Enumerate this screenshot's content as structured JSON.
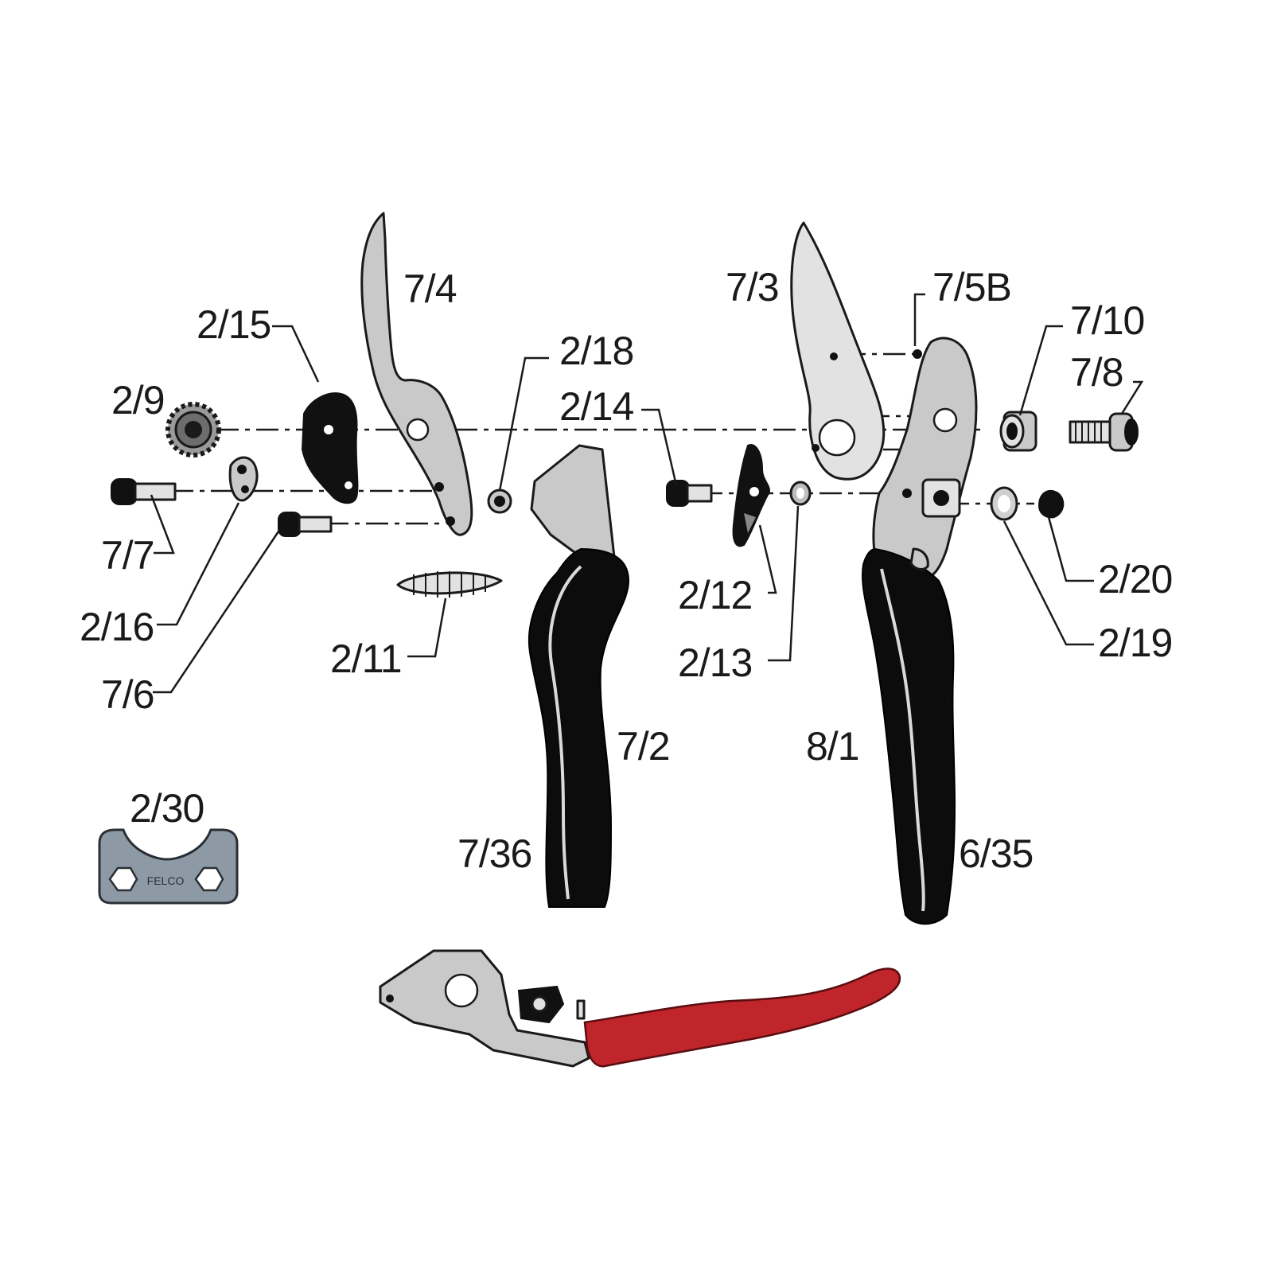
{
  "labels": {
    "l_7_4": "7/4",
    "l_2_15": "2/15",
    "l_2_9": "2/9",
    "l_7_7": "7/7",
    "l_2_16": "2/16",
    "l_7_6": "7/6",
    "l_2_11": "2/11",
    "l_2_18": "2/18",
    "l_2_14": "2/14",
    "l_7_2": "7/2",
    "l_7_36": "7/36",
    "l_7_3": "7/3",
    "l_7_5b": "7/5B",
    "l_7_10": "7/10",
    "l_7_8": "7/8",
    "l_2_12": "2/12",
    "l_2_13": "2/13",
    "l_8_1": "8/1",
    "l_6_35": "6/35",
    "l_2_20": "2/20",
    "l_2_19": "2/19",
    "l_2_30": "2/30"
  },
  "wrench_logo_text": "FELCO",
  "colors": {
    "handle_red": "#c0252b",
    "grip_black": "#0c0c0c",
    "metal_gray": "#c9c9c9",
    "tool_gray": "#8d9aa6"
  }
}
